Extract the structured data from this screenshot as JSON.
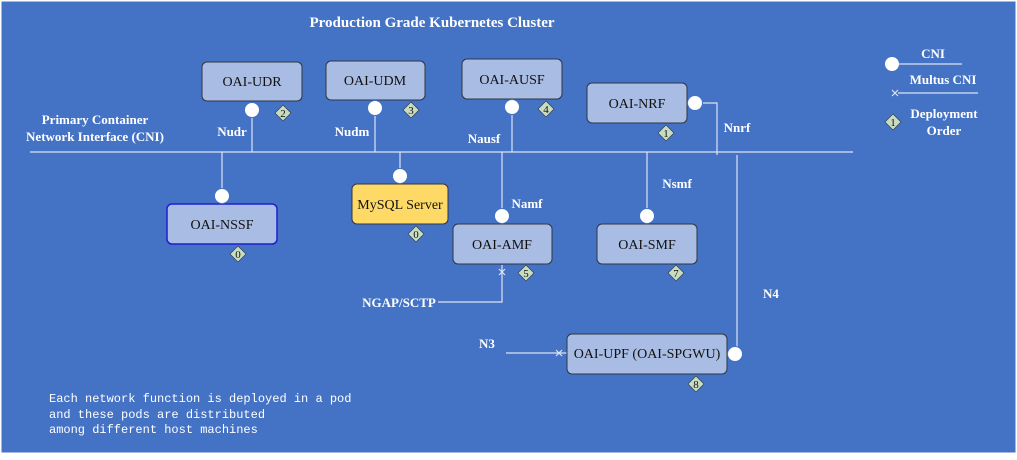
{
  "colors": {
    "background": "#4472c4",
    "node_fill": "#a9bde4",
    "node_stroke": "#2f3542",
    "mysql_fill": "#ffd966",
    "nssf_stroke": "#1f1fd0",
    "line": "#dce4f4",
    "badge_fill": "#c8dcc0",
    "text_light": "#ffffff",
    "text_dark": "#111111"
  },
  "title": "Production Grade Kubernetes Cluster",
  "cni_bus_label_line1": "Primary Container",
  "cni_bus_label_line2": "Network Interface (CNI)",
  "nodes": {
    "udr": "OAI-UDR",
    "udm": "OAI-UDM",
    "ausf": "OAI-AUSF",
    "nrf": "OAI-NRF",
    "nssf": "OAI-NSSF",
    "mysql": "MySQL Server",
    "amf": "OAI-AMF",
    "smf": "OAI-SMF",
    "upf": "OAI-UPF (OAI-SPGWU)"
  },
  "order": {
    "udr": "2",
    "udm": "3",
    "ausf": "4",
    "nrf": "1",
    "nssf": "0",
    "mysql": "0",
    "amf": "5",
    "smf": "7",
    "upf": "8"
  },
  "interfaces": {
    "nudr": "Nudr",
    "nudm": "Nudm",
    "nausf": "Nausf",
    "nnrf": "Nnrf",
    "namf": "Namf",
    "nsmf": "Nsmf",
    "ngap": "NGAP/SCTP",
    "n3": "N3",
    "n4": "N4"
  },
  "legend": {
    "cni": "CNI",
    "multus": "Multus CNI",
    "deploy_line1": "Deployment",
    "deploy_line2": "Order",
    "deploy_badge": "1"
  },
  "note": {
    "line1": "Each network function is deployed in a pod",
    "line2": "and these pods are distributed",
    "line3": "among different host machines"
  }
}
